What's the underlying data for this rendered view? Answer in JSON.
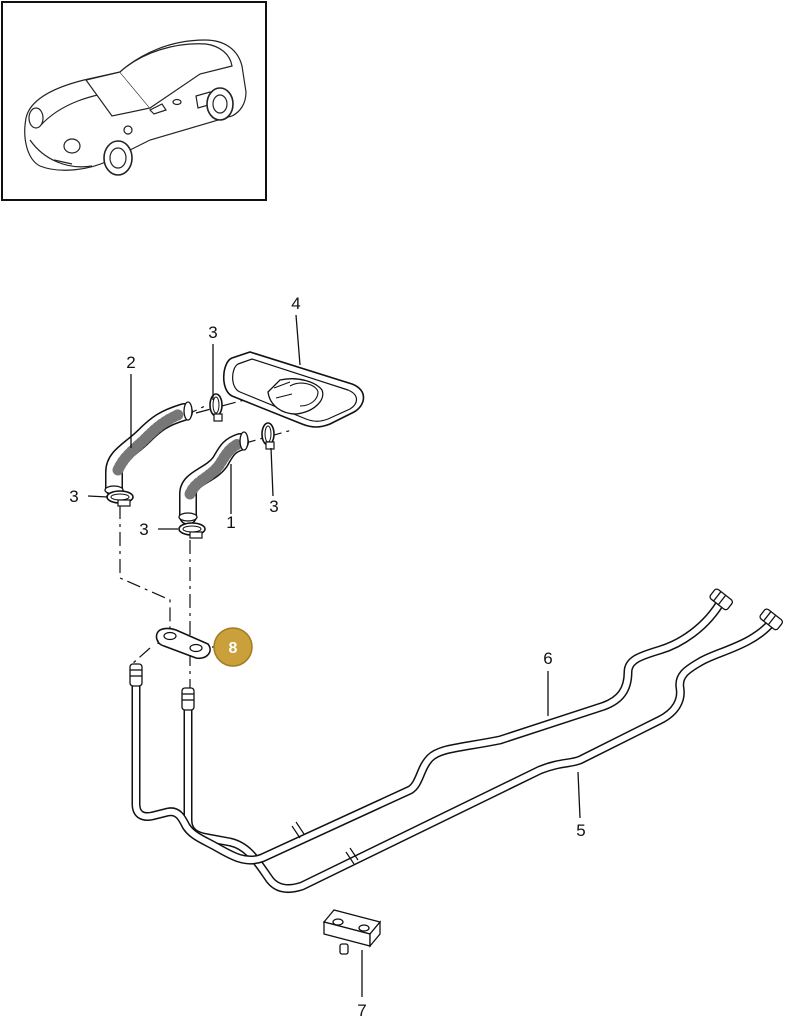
{
  "callouts": {
    "c1": "1",
    "c2": "2",
    "c3a": "3",
    "c3b": "3",
    "c3c": "3",
    "c3d": "3",
    "c4": "4",
    "c5": "5",
    "c6": "6",
    "c7": "7",
    "c8": "8"
  },
  "colors": {
    "badge_fill": "#c9a03a",
    "badge_stroke": "#a07c22",
    "line": "#111111",
    "background": "#ffffff"
  },
  "thumbnail": {
    "icon": "car-thumbnail-icon"
  }
}
